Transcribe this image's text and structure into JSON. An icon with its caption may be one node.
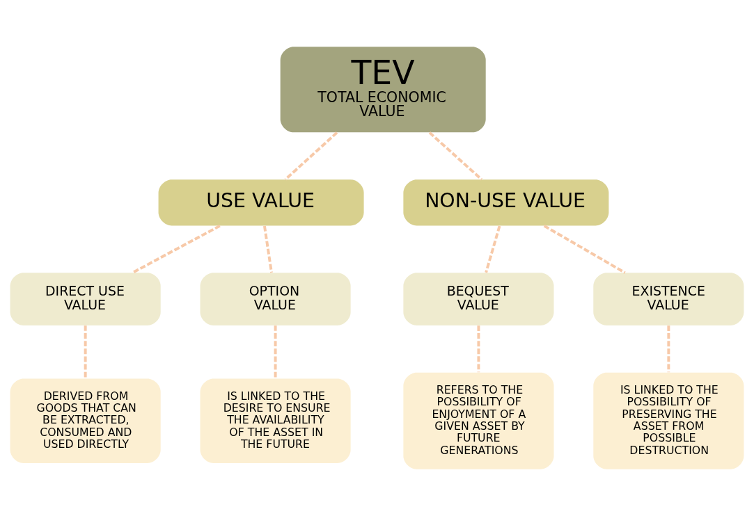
{
  "diagram": {
    "nodes": [
      {
        "text": [
          "TEV",
          "TOTAL ECONOMIC VALUE"
        ]
      },
      {
        "text": [
          "USE VALUE"
        ]
      },
      {
        "text": [
          "NON-USE VALUE"
        ]
      },
      {
        "text": [
          "DIRECT USE VALUE"
        ]
      },
      {
        "text": [
          "OPTION VALUE"
        ]
      },
      {
        "text": [
          "BEQUEST VALUE"
        ]
      },
      {
        "text": [
          "EXISTENCE VALUE"
        ]
      },
      {
        "text": [
          "DERIVED FROM GOODS THAT CAN BE EXTRACTED, CONSUMED AND USED DIRECTLY"
        ]
      },
      {
        "text": [
          "IS LINKED TO THE DESIRE TO ENSURE THE AVAILABILITY OF THE ASSET IN THE FUTURE"
        ]
      },
      {
        "text": [
          "REFERS TO THE POSSIBILITY OF ENJOYMENT OF A GIVEN ASSET BY FUTURE GENERATIONS"
        ]
      },
      {
        "text": [
          "IS LINKED TO THE POSSIBILITY OF PRESERVING THE ASSET FROM POSSIBLE DESTRUCTION"
        ]
      }
    ],
    "edges": [
      {
        "from": 0,
        "to": 1,
        "arrow": "none",
        "style": "dashed"
      },
      {
        "from": 0,
        "to": 2,
        "arrow": "none",
        "style": "dashed"
      },
      {
        "from": 1,
        "to": 3,
        "arrow": "none",
        "style": "dashed"
      },
      {
        "from": 1,
        "to": 4,
        "arrow": "none",
        "style": "dashed"
      },
      {
        "from": 2,
        "to": 5,
        "arrow": "none",
        "style": "dashed"
      },
      {
        "from": 2,
        "to": 6,
        "arrow": "none",
        "style": "dashed"
      },
      {
        "from": 3,
        "to": 7,
        "arrow": "none",
        "style": "dashed"
      },
      {
        "from": 4,
        "to": 8,
        "arrow": "none",
        "style": "dashed"
      },
      {
        "from": 5,
        "to": 9,
        "arrow": "none",
        "style": "dashed"
      },
      {
        "from": 6,
        "to": 10,
        "arrow": "none",
        "style": "dashed"
      }
    ]
  }
}
